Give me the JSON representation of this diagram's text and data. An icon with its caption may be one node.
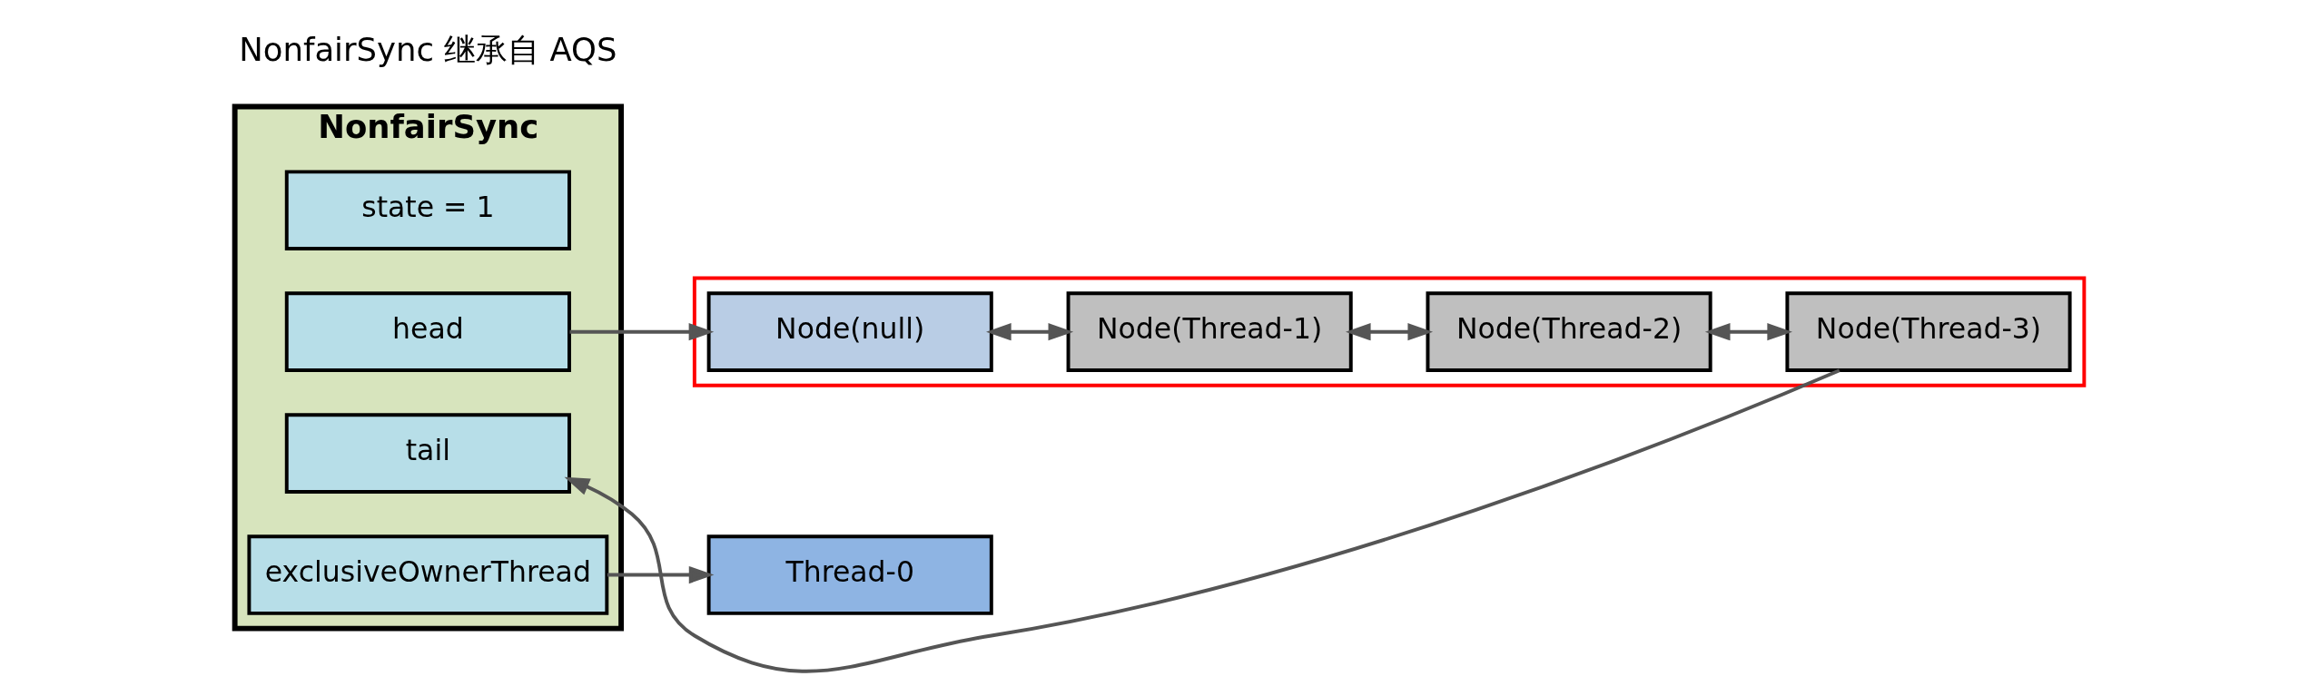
{
  "diagram": {
    "nodes": [
      {
        "text": [
          "NonfairSync"
        ]
      },
      {
        "text": [
          "state = 1"
        ],
        "in": 0
      },
      {
        "text": [
          "head"
        ],
        "in": 0
      },
      {
        "text": [
          "tail"
        ],
        "in": 0
      },
      {
        "text": [
          "exclusiveOwnerThread"
        ],
        "in": 0
      },
      {
        "text": [],
        "shape": "box"
      },
      {
        "text": [
          "Node(null)"
        ],
        "in": 5
      },
      {
        "text": [
          "Node(Thread-1)"
        ],
        "in": 5
      },
      {
        "text": [
          "Node(Thread-2)"
        ],
        "in": 5
      },
      {
        "text": [
          "Node(Thread-3)"
        ],
        "in": 5
      },
      {
        "text": [
          "Thread-0"
        ]
      }
    ],
    "edges": [
      {
        "from": 2,
        "to": 6,
        "arrow": "to"
      },
      {
        "from": 6,
        "to": 7,
        "arrow": "both"
      },
      {
        "from": 7,
        "to": 8,
        "arrow": "both"
      },
      {
        "from": 8,
        "to": 9,
        "arrow": "both"
      },
      {
        "from": 9,
        "to": 3,
        "arrow": "to"
      },
      {
        "from": 4,
        "to": 10,
        "arrow": "to"
      }
    ],
    "labels": [
      "NonfairSync 继承自 AQS"
    ]
  }
}
